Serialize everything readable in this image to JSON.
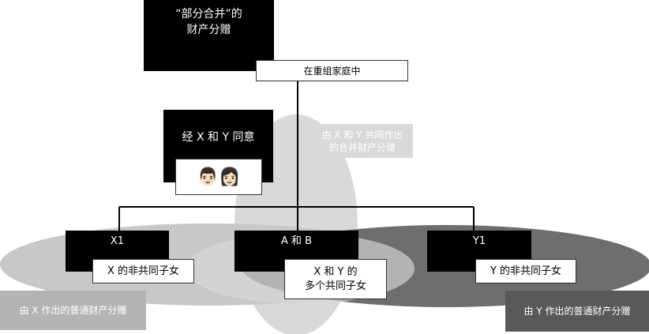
{
  "title": {
    "line1": "“部分合并”的",
    "line2": "财产分赠"
  },
  "context": "在重组家庭中",
  "consent": {
    "label": "经 X 和 Y 同意",
    "faces": "👨🏻👩🏻"
  },
  "joint_gift": {
    "line1": "由 X 和 Y 共同作出",
    "line2": "的合并财产分赠"
  },
  "nodes": {
    "x1": {
      "label": "X1",
      "sub": "X 的非共同子女"
    },
    "ab": {
      "label": "A 和 B",
      "sub_line1": "X 和 Y 的",
      "sub_line2": "多个共同子女"
    },
    "y1": {
      "label": "Y1",
      "sub": "Y 的非共同子女"
    }
  },
  "x_gift": "由 X 作出的普通财产分赠",
  "y_gift": "由 Y 作出的普通财产分赠",
  "colors": {
    "left_ellipse": "#c8c8c8",
    "right_ellipse": "#6e6e6e",
    "center_ellipse": "#d9d9d9",
    "black": "#000000"
  }
}
